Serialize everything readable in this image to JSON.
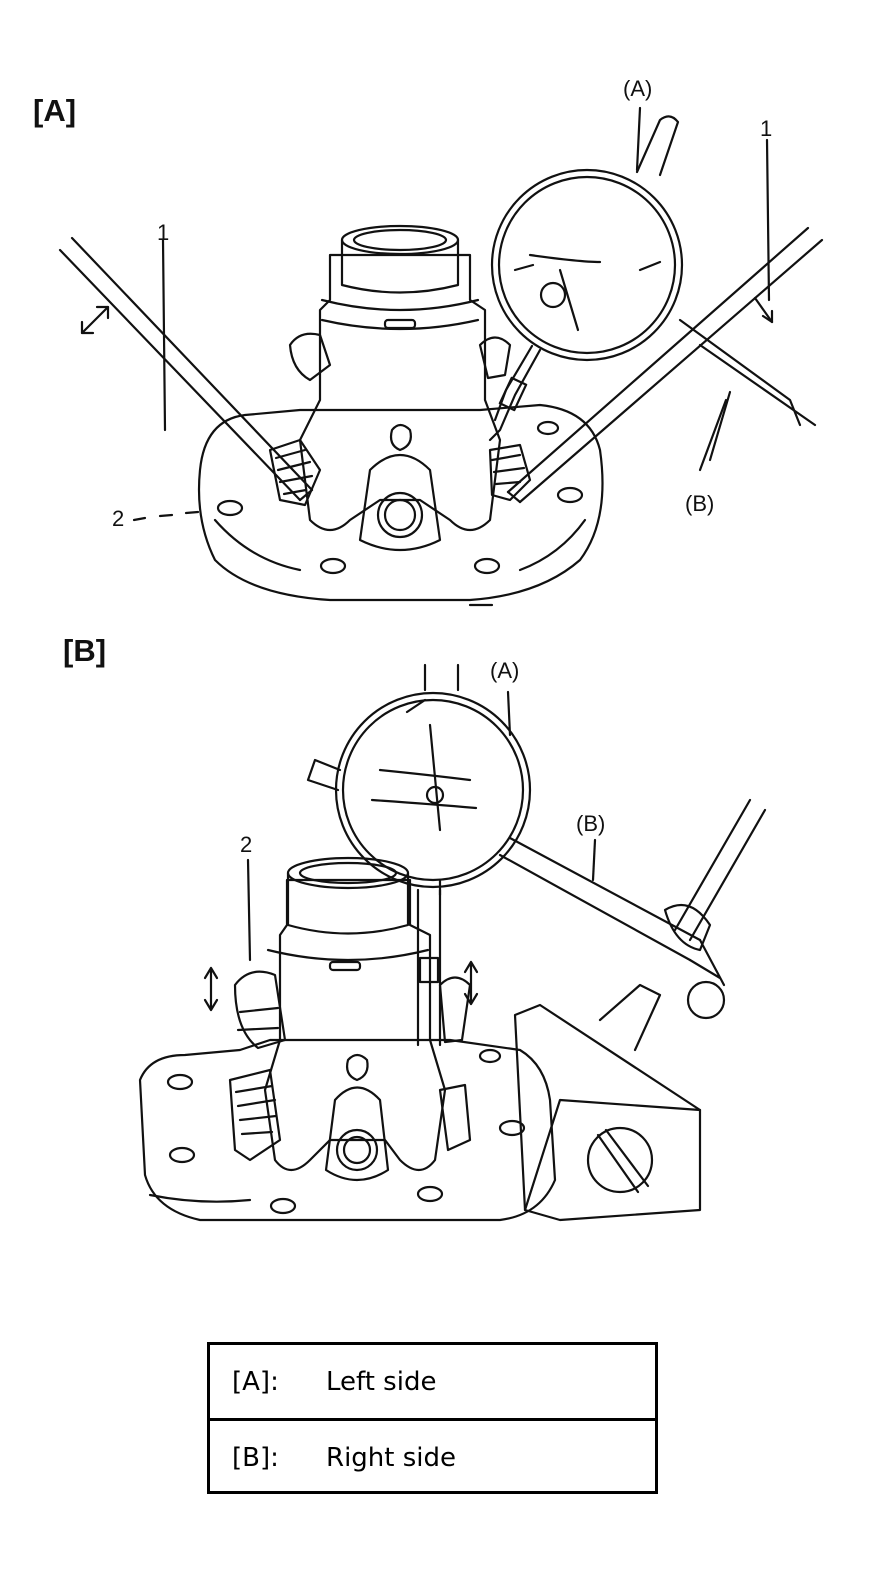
{
  "figure": {
    "panel_a": {
      "label": "[A]",
      "callouts": {
        "gauge": "(A)",
        "stand": "(B)",
        "lever_left": "1",
        "lever_right": "1",
        "gear": "2"
      }
    },
    "panel_b": {
      "label": "[B]",
      "callouts": {
        "gauge": "(A)",
        "stand": "(B)",
        "gear": "2"
      }
    }
  },
  "legend": [
    {
      "key": "[A]:",
      "value": "Left side"
    },
    {
      "key": "[B]:",
      "value": "Right side"
    }
  ]
}
